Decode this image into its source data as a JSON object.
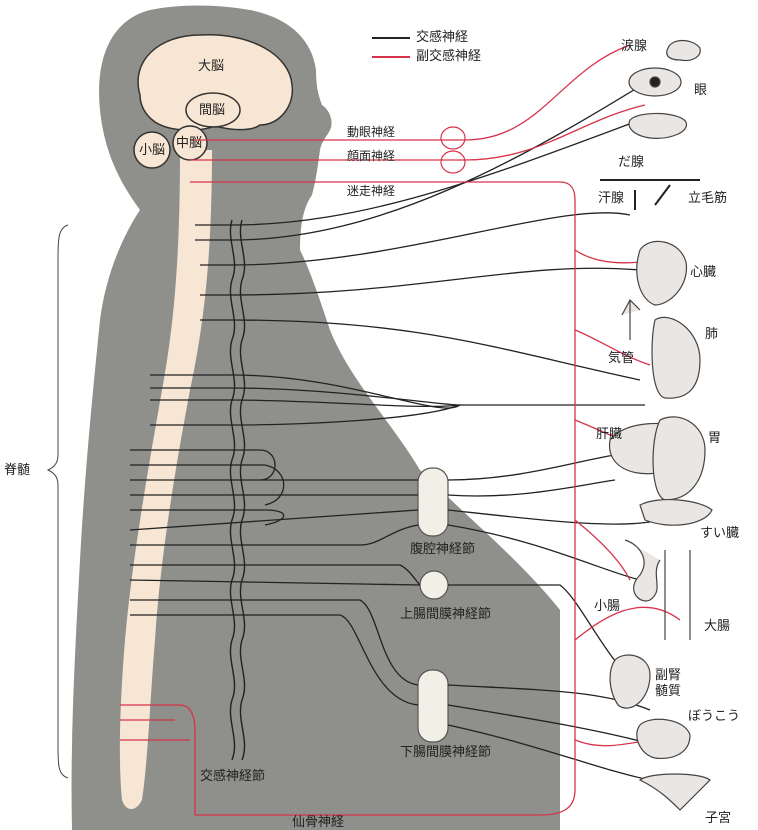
{
  "legend": {
    "sympathetic": "交感神経",
    "parasympathetic": "副交感神経",
    "sympathetic_color": "#222222",
    "parasympathetic_color": "#d6334a"
  },
  "colors": {
    "silhouette": "#8f8f8c",
    "cord": "#f8e6d4",
    "nerve_black": "#222222",
    "nerve_red": "#d6334a",
    "organ_fill": "#e9e6e3"
  },
  "labels": {
    "cerebrum": "大脳",
    "diencephalon": "間脳",
    "cerebellum": "小脳",
    "midbrain": "中脳",
    "oculomotor": "動眼神経",
    "facial": "顔面神経",
    "vagus": "迷走神経",
    "spinal_cord": "脊髄",
    "sympathetic_trunk": "交感神経節",
    "sacral_nerve": "仙骨神経",
    "celiac_ganglion": "腹腔神経節",
    "superior_mesenteric": "上腸間膜神経節",
    "inferior_mesenteric": "下腸間膜神経節",
    "lacrimal_gland": "涙腺",
    "eye": "眼",
    "salivary_gland": "だ腺",
    "sweat_gland": "汗腺",
    "arrector_pili": "立毛筋",
    "heart": "心臓",
    "lung": "肺",
    "bronchus": "気管",
    "liver": "肝臓",
    "stomach": "胃",
    "pancreas": "すい臓",
    "small_intestine": "小腸",
    "large_intestine": "大腸",
    "adrenal_medulla": "副腎\n髄質",
    "bladder": "ぼうこう",
    "uterus": "子宮"
  }
}
